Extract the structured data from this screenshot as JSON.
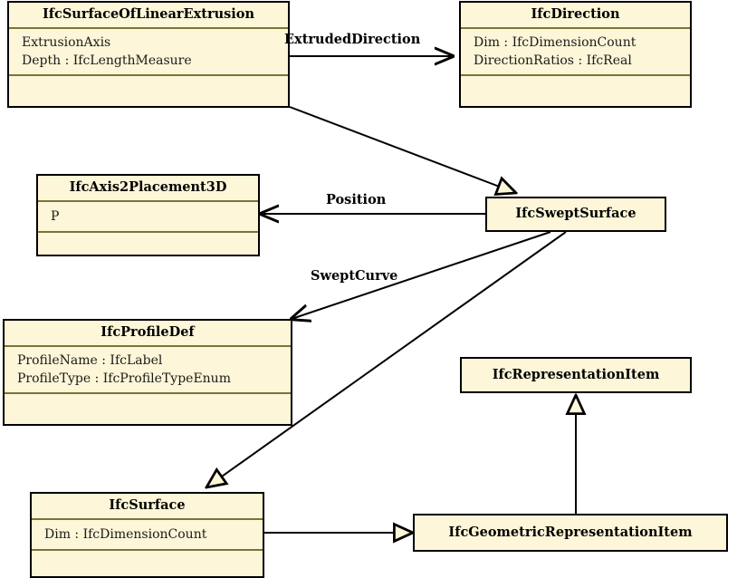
{
  "diagram": {
    "title": "IfcSurfaceOfLinearExtrusion class diagram",
    "type": "uml-class-diagram",
    "colors": {
      "box_fill": "#fdf6d8",
      "box_border": "#000000",
      "compartment_separator": "#7a7434",
      "edge": "#000000",
      "background": "#ffffff"
    },
    "classes": [
      {
        "id": "ifc-surface-of-linear-extrusion",
        "name": "IfcSurfaceOfLinearExtrusion",
        "attributes": [
          "ExtrusionAxis",
          "Depth : IfcLengthMeasure"
        ],
        "operations": [],
        "has_operations_compartment": true
      },
      {
        "id": "ifc-direction",
        "name": "IfcDirection",
        "attributes": [
          "Dim : IfcDimensionCount",
          "DirectionRatios : IfcReal"
        ],
        "operations": [],
        "has_operations_compartment": true
      },
      {
        "id": "ifc-axis2-placement-3d",
        "name": "IfcAxis2Placement3D",
        "attributes": [
          "P"
        ],
        "operations": [],
        "has_operations_compartment": true
      },
      {
        "id": "ifc-swept-surface",
        "name": "IfcSweptSurface",
        "attributes": [],
        "operations": [],
        "has_operations_compartment": false
      },
      {
        "id": "ifc-profile-def",
        "name": "IfcProfileDef",
        "attributes": [
          "ProfileName : IfcLabel",
          "ProfileType : IfcProfileTypeEnum"
        ],
        "operations": [],
        "has_operations_compartment": true
      },
      {
        "id": "ifc-representation-item",
        "name": "IfcRepresentationItem",
        "attributes": [],
        "operations": [],
        "has_operations_compartment": false
      },
      {
        "id": "ifc-surface",
        "name": "IfcSurface",
        "attributes": [
          "Dim : IfcDimensionCount"
        ],
        "operations": [],
        "has_operations_compartment": true
      },
      {
        "id": "ifc-geometric-representation-item",
        "name": "IfcGeometricRepresentationItem",
        "attributes": [],
        "operations": [],
        "has_operations_compartment": false
      }
    ],
    "relationships": [
      {
        "id": "extruded-direction",
        "label": "ExtrudedDirection",
        "from": "ifc-surface-of-linear-extrusion",
        "to": "ifc-direction",
        "kind": "association",
        "arrowhead": "open-arrow"
      },
      {
        "id": "position",
        "label": "Position",
        "from": "ifc-swept-surface",
        "to": "ifc-axis2-placement-3d",
        "kind": "association",
        "arrowhead": "open-arrow"
      },
      {
        "id": "swept-curve",
        "label": "SweptCurve",
        "from": "ifc-swept-surface",
        "to": "ifc-profile-def",
        "kind": "association",
        "arrowhead": "open-arrow"
      },
      {
        "id": "extrusion-generalizes-swept",
        "label": "",
        "from": "ifc-surface-of-linear-extrusion",
        "to": "ifc-swept-surface",
        "kind": "generalization",
        "arrowhead": "hollow-triangle"
      },
      {
        "id": "swept-generalizes-surface",
        "label": "",
        "from": "ifc-swept-surface",
        "to": "ifc-surface",
        "kind": "generalization",
        "arrowhead": "hollow-triangle"
      },
      {
        "id": "surface-generalizes-geometric-item",
        "label": "",
        "from": "ifc-surface",
        "to": "ifc-geometric-representation-item",
        "kind": "generalization",
        "arrowhead": "hollow-triangle"
      },
      {
        "id": "geometric-item-generalizes-representation-item",
        "label": "",
        "from": "ifc-geometric-representation-item",
        "to": "ifc-representation-item",
        "kind": "generalization",
        "arrowhead": "hollow-triangle"
      }
    ]
  }
}
